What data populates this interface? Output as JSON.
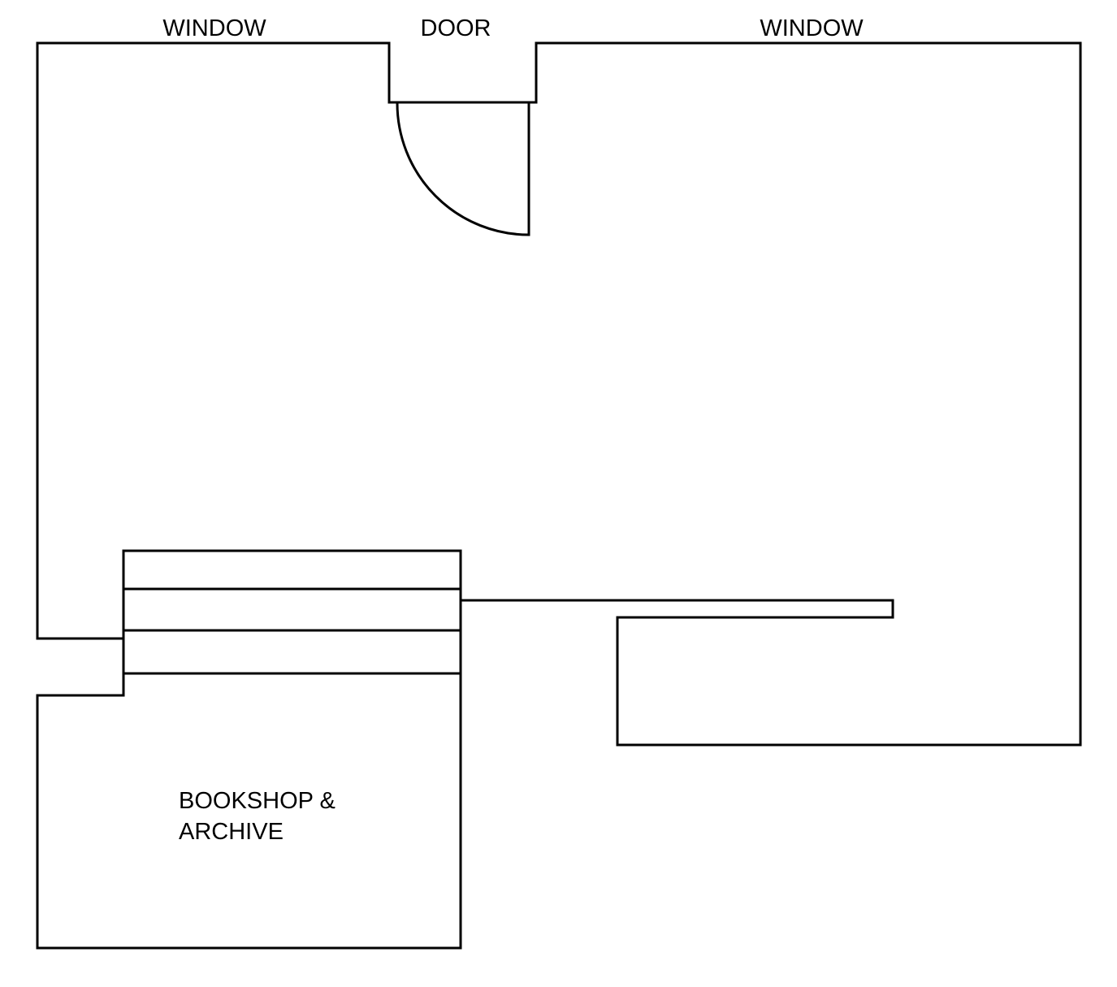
{
  "labels": {
    "window_left": "WINDOW",
    "door": "DOOR",
    "window_right": "WINDOW",
    "room_line1": "BOOKSHOP &",
    "room_line2": "ARCHIVE"
  },
  "colors": {
    "line": "#000000",
    "background": "#ffffff"
  }
}
